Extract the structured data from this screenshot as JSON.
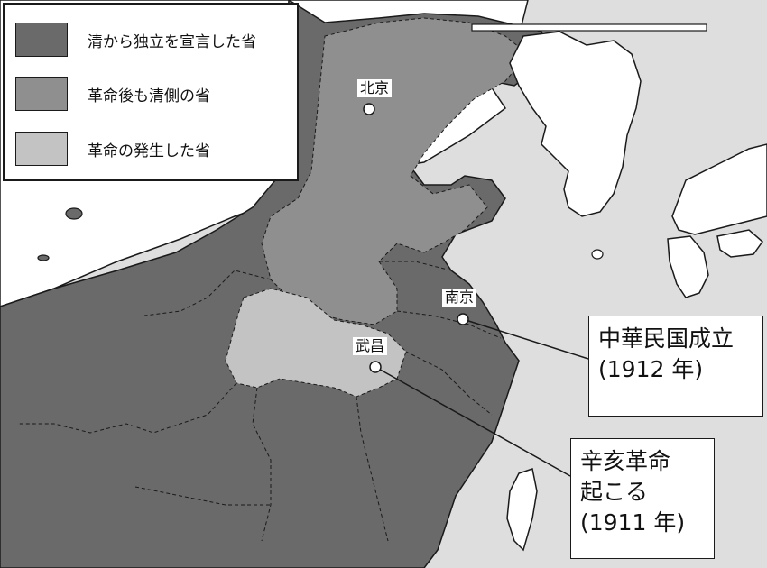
{
  "legend": {
    "items": [
      {
        "label": "清から独立を宣言した省",
        "color": "#6a6a6a"
      },
      {
        "label": "革命後も清側の省",
        "color": "#8f8f8f"
      },
      {
        "label": "革命の発生した省",
        "color": "#c3c3c3"
      }
    ]
  },
  "colors": {
    "sea": "#dedede",
    "foreign_land": "#ffffff",
    "border": "#1a1a1a"
  },
  "cities": {
    "beijing": "北京",
    "nanjing": "南京",
    "wuchang": "武昌"
  },
  "callouts": {
    "republic": "中華民国成立\n(1912 年)",
    "revolution": "辛亥革命\n起こる\n(1911 年)"
  }
}
